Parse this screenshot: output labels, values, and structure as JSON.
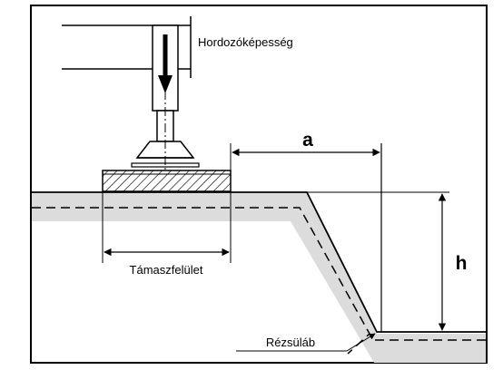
{
  "labels": {
    "top_fragment": "",
    "load_capacity": "Hordozóképesség",
    "support_surface": "Támaszfelület",
    "slope_foot": "Rézsüláb",
    "distance": "a",
    "height": "h"
  }
}
